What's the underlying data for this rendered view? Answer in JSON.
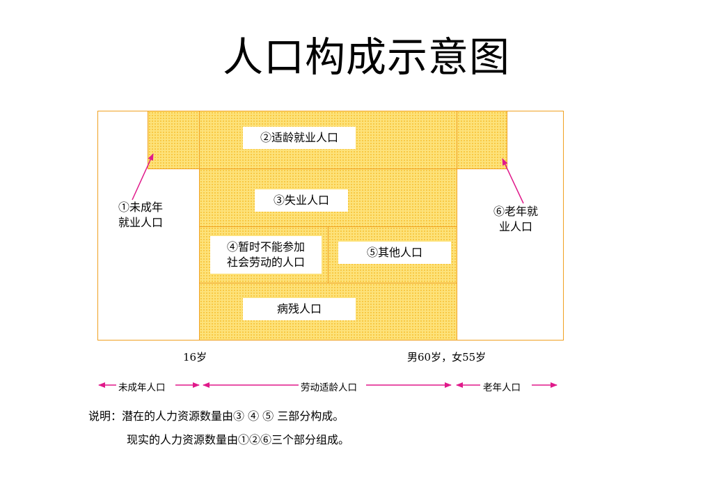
{
  "title": "人口构成示意图",
  "regions": {
    "r2": "②适龄就业人口",
    "r3": "③失业人口",
    "r4_line1": "④暂时不能参加",
    "r4_line2": "社会劳动的人口",
    "r5": "⑤其他人口",
    "disabled": "病残人口"
  },
  "side_labels": {
    "minor_line1": "①未成年",
    "minor_line2": "就业人口",
    "elderly_line1": "⑥老年就",
    "elderly_line2": "业人口"
  },
  "ages": {
    "left": "16岁",
    "right": "男60岁，女55岁"
  },
  "ranges": {
    "minor": "未成年人口",
    "working": "劳动适龄人口",
    "elderly": "老年人口"
  },
  "notes": {
    "line1": "说明：潜在的人力资源数量由③ ④ ⑤ 三部分构成。",
    "line2": "现实的人力资源数量由①②⑥三个部分组成。"
  },
  "colors": {
    "fill": "#fde27a",
    "border": "#f0a020",
    "arrow": "#e0198a"
  }
}
